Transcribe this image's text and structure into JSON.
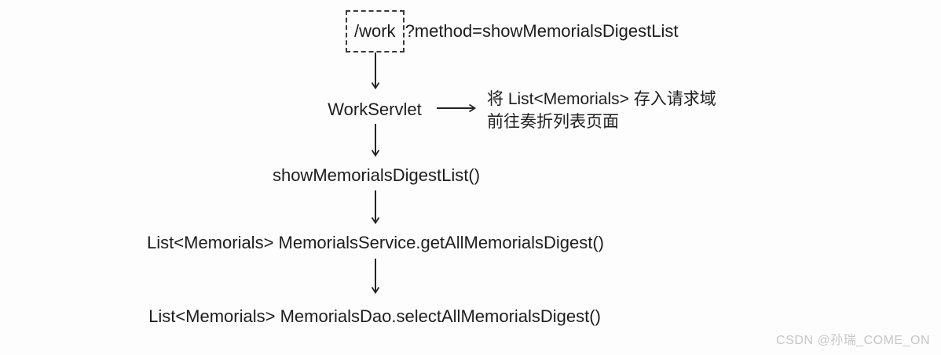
{
  "diagram": {
    "request": {
      "path": "/work",
      "query": "?method=showMemorialsDigestList"
    },
    "servlet": "WorkServlet",
    "annotation": {
      "line1": "将 List<Memorials> 存入请求域",
      "line2": "前往奏折列表页面"
    },
    "controller_method": "showMemorialsDigestList()",
    "service_call": "List<Memorials> MemorialsService.getAllMemorialsDigest()",
    "dao_call": "List<Memorials> MemorialsDao.selectAllMemorialsDigest()"
  },
  "watermark": "CSDN @孙瑞_COME_ON",
  "colors": {
    "text": "#1d1d1d",
    "arrow": "#242424",
    "dashed_border": "#3a3a3a",
    "watermark": "#c6c6c6",
    "background": "#fdfdfd"
  }
}
